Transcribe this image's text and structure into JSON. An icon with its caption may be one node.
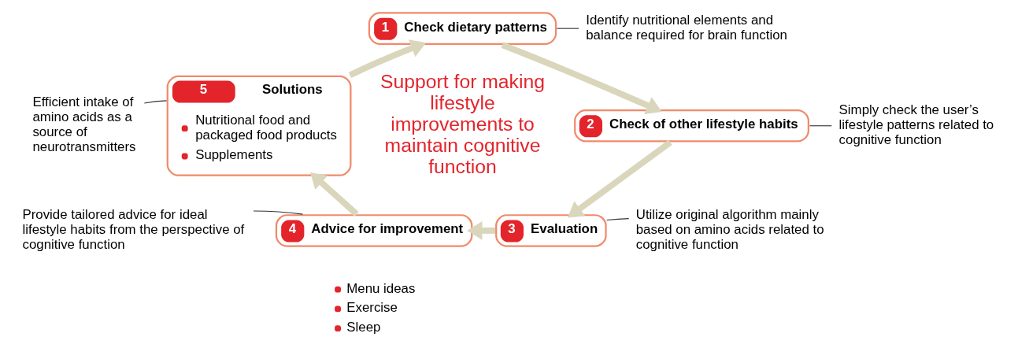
{
  "diagram": {
    "nodes": [
      {
        "text": [
          "1",
          "Check dietary patterns"
        ]
      },
      {
        "text": [
          "Identify nutritional elements and balance required for brain function"
        ]
      },
      {
        "text": [
          "2",
          "Check of other lifestyle habits"
        ]
      },
      {
        "text": [
          "Simply check the user’s lifestyle patterns related to cognitive function"
        ]
      },
      {
        "text": [
          "3",
          "Evaluation"
        ]
      },
      {
        "text": [
          "Utilize original algorithm mainly based on amino acids related to cognitive function"
        ]
      },
      {
        "text": [
          "4",
          "Advice for improvement"
        ],
        "beside": [
          "Menu ideas",
          "Exercise",
          "Sleep"
        ]
      },
      {
        "text": [
          "Provide tailored advice for ideal lifestyle habits from the perspective of cognitive function"
        ]
      },
      {
        "text": [
          "5",
          "Solutions",
          "Nutritional food and packaged food products",
          "Supplements"
        ]
      },
      {
        "text": [
          "Efficient intake of amino acids as a source of neurotransmitters"
        ]
      }
    ],
    "edges": [
      {
        "from": 0,
        "to": 2,
        "arrow": "to",
        "style": "thick",
        "color": "#d9d6bc"
      },
      {
        "from": 2,
        "to": 4,
        "arrow": "to",
        "style": "thick",
        "color": "#d9d6bc"
      },
      {
        "from": 4,
        "to": 6,
        "arrow": "to",
        "style": "thick",
        "color": "#d9d6bc"
      },
      {
        "from": 6,
        "to": 8,
        "arrow": "to",
        "style": "thick",
        "color": "#d9d6bc"
      },
      {
        "from": 8,
        "to": 0,
        "arrow": "to",
        "style": "thick",
        "color": "#d9d6bc"
      },
      {
        "from": 0,
        "to": 1,
        "arrow": "none",
        "color": "#333333"
      },
      {
        "from": 2,
        "to": 3,
        "arrow": "none",
        "color": "#333333"
      },
      {
        "from": 4,
        "to": 5,
        "arrow": "none",
        "color": "#333333"
      },
      {
        "from": 6,
        "to": 7,
        "arrow": "none",
        "color": "#333333"
      },
      {
        "from": 8,
        "to": 9,
        "arrow": "none",
        "color": "#333333"
      }
    ],
    "labels": [
      "Support for making lifestyle improvements to maintain cognitive function"
    ]
  }
}
